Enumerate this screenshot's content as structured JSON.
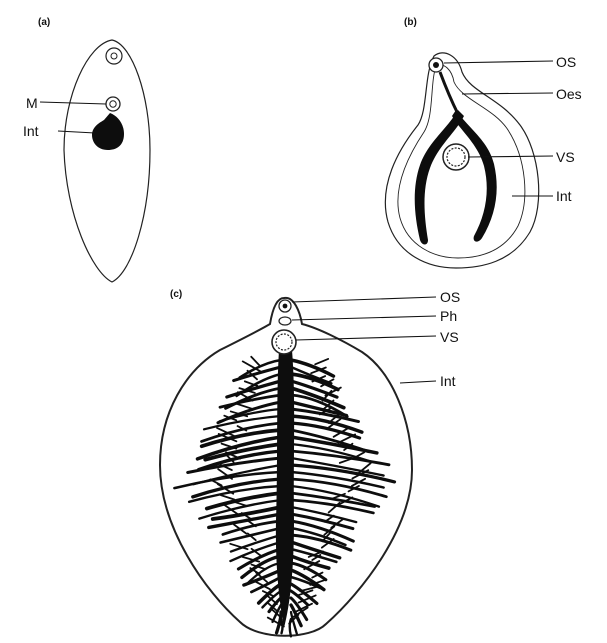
{
  "figure": {
    "panels": [
      {
        "id": "a",
        "label": "(a)",
        "parts": [
          {
            "key": "M",
            "label": "M"
          },
          {
            "key": "Int",
            "label": "Int"
          }
        ]
      },
      {
        "id": "b",
        "label": "(b)",
        "parts": [
          {
            "key": "OS",
            "label": "OS"
          },
          {
            "key": "Oes",
            "label": "Oes"
          },
          {
            "key": "VS",
            "label": "VS"
          },
          {
            "key": "Int",
            "label": "Int"
          }
        ]
      },
      {
        "id": "c",
        "label": "(c)",
        "parts": [
          {
            "key": "OS",
            "label": "OS"
          },
          {
            "key": "Ph",
            "label": "Ph"
          },
          {
            "key": "VS",
            "label": "VS"
          },
          {
            "key": "Int",
            "label": "Int"
          }
        ]
      }
    ]
  },
  "colors": {
    "ink": "#111111",
    "background": "#ffffff"
  }
}
